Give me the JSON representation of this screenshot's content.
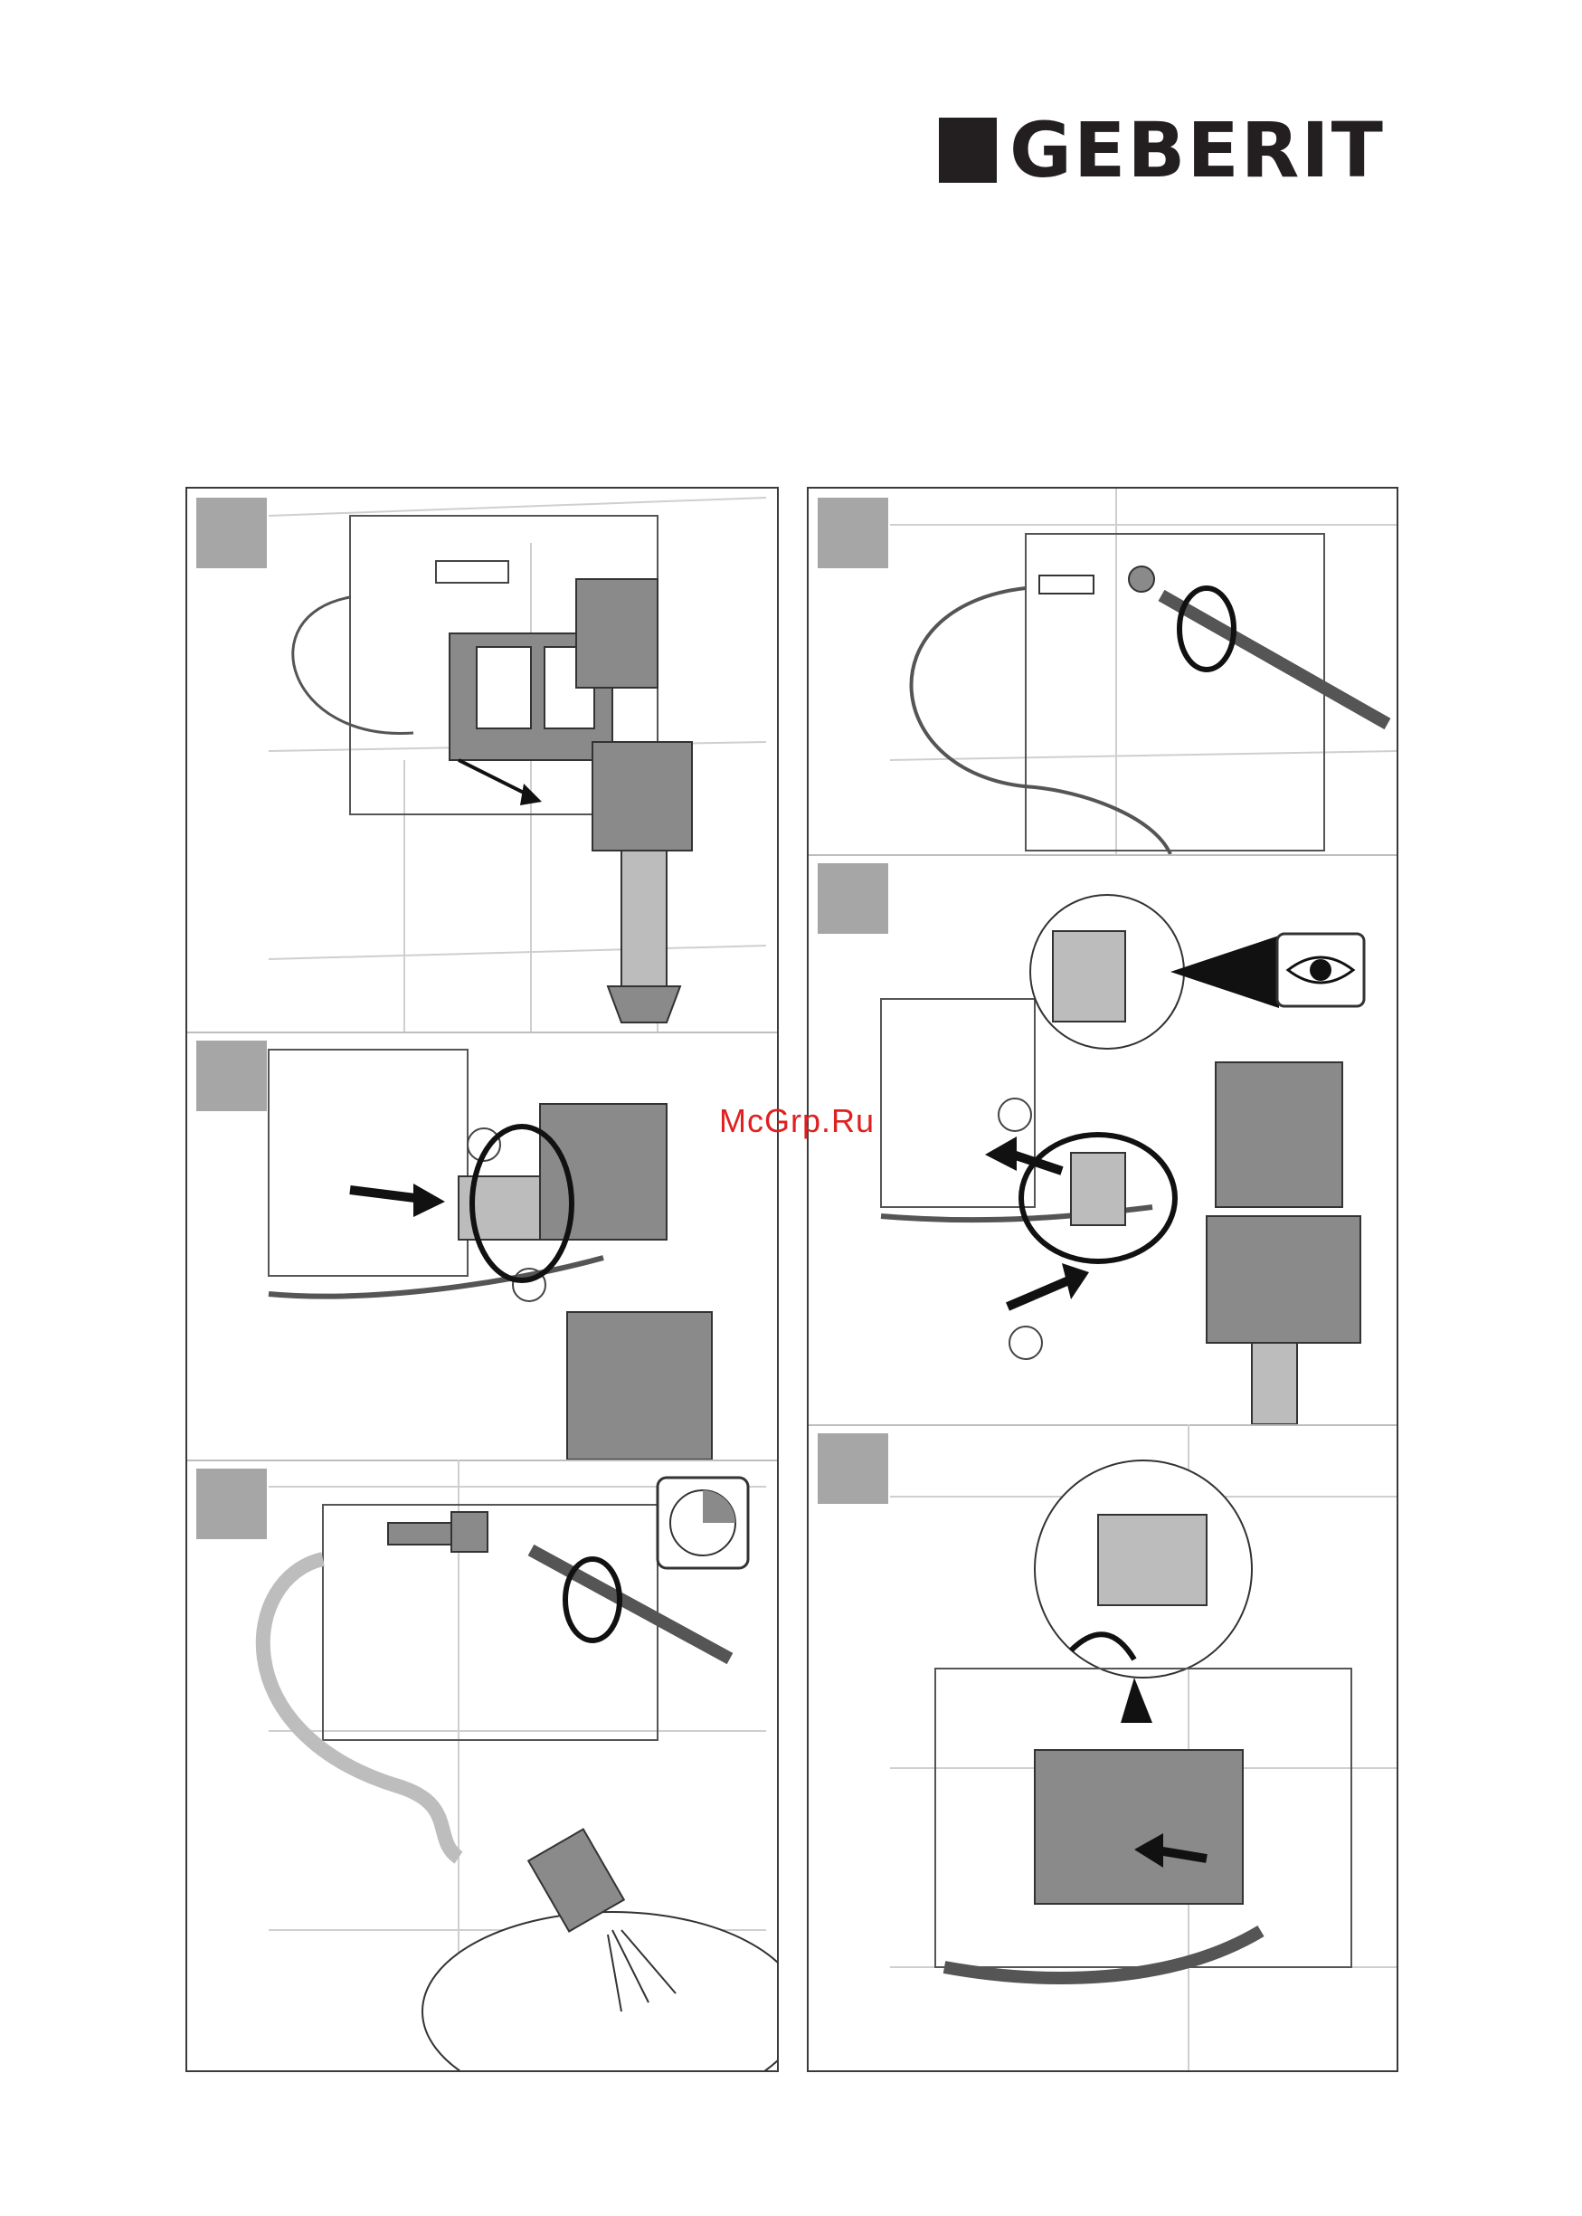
{
  "brand": {
    "name": "GEBERIT"
  },
  "watermark": "McGrp.Ru",
  "columns": {
    "left": {
      "panels": [
        "step-1",
        "step-2",
        "step-3"
      ]
    },
    "right": {
      "panels": [
        "step-4",
        "step-5",
        "step-6"
      ]
    }
  },
  "colors": {
    "step_box": "#a6a6a6",
    "frame": "#3a3a3a",
    "red_watermark": "#e02020"
  },
  "icons": [
    "arrow-icon",
    "rotate-arrow-icon",
    "screwdriver-icon",
    "eye-icon",
    "timer-icon",
    "water-spray-icon",
    "numbered-circle-icon"
  ]
}
